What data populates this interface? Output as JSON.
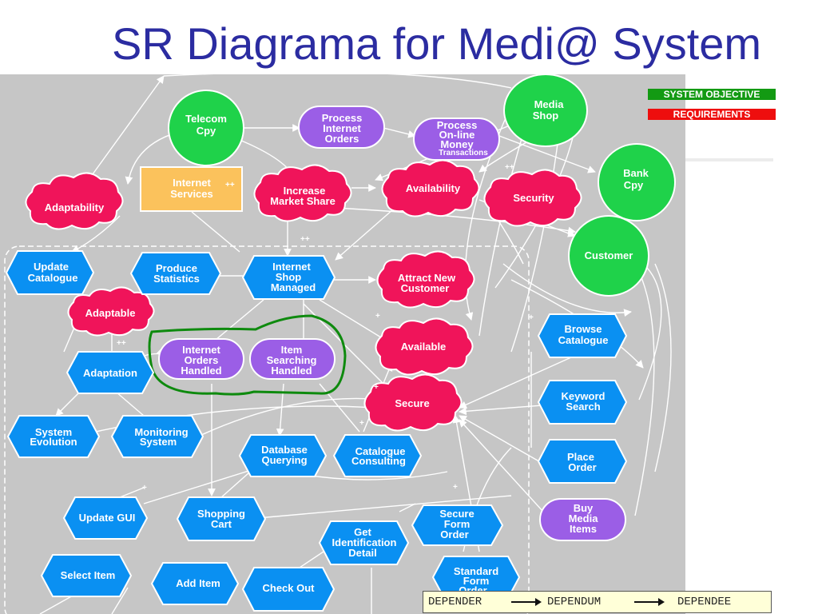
{
  "title": "SR Diagrama  for Medi@ System",
  "legend": {
    "objective": "SYSTEM OBJECTIVE",
    "requirements": "REQUIREMENTS"
  },
  "key": {
    "depender": "DEPENDER",
    "dependum": "DEPENDUM",
    "dependee": "DEPENDEE"
  },
  "colors": {
    "actor": "#1fd24a",
    "goal": "#9b5ee6",
    "softgoal": "#f0145a",
    "task": "#0a90f2",
    "resource": "#fbc25c",
    "panel": "#c6c6c6"
  },
  "nodes": {
    "telecom": [
      "Telecom",
      "Cpy"
    ],
    "media_shop": [
      "Media",
      "Shop"
    ],
    "bank": [
      "Bank",
      "Cpy"
    ],
    "customer": [
      "Customer"
    ],
    "process_orders": [
      "Process",
      "Internet",
      "Orders"
    ],
    "process_money": [
      "Process",
      "On-line",
      "Money",
      "Transactions"
    ],
    "internet_services": [
      "Internet",
      "Services"
    ],
    "adaptability": [
      "Adaptability"
    ],
    "increase_share": [
      "Increase",
      "Market Share"
    ],
    "availability": [
      "Availability"
    ],
    "security": [
      "Security"
    ],
    "attract": [
      "Attract New",
      "Customer"
    ],
    "adaptable": [
      "Adaptable"
    ],
    "available": [
      "Available"
    ],
    "secure": [
      "Secure"
    ],
    "update_catalogue": [
      "Update",
      "Catalogue"
    ],
    "produce_stats": [
      "Produce",
      "Statistics"
    ],
    "shop_managed": [
      "Internet",
      "Shop",
      "Managed"
    ],
    "orders_handled": [
      "Internet",
      "Orders",
      "Handled"
    ],
    "item_search": [
      "Item",
      "Searching",
      "Handled"
    ],
    "adaptation": [
      "Adaptation"
    ],
    "system_evolution": [
      "System",
      "Evolution"
    ],
    "monitoring": [
      "Monitoring",
      "System"
    ],
    "db_querying": [
      "Database",
      "Querying"
    ],
    "catalogue_consulting": [
      "Catalogue",
      "Consulting"
    ],
    "browse": [
      "Browse",
      "Catalogue"
    ],
    "keyword": [
      "Keyword",
      "Search"
    ],
    "place_order": [
      "Place",
      "Order"
    ],
    "buy_media": [
      "Buy",
      "Media",
      "Items"
    ],
    "update_gui": [
      "Update GUI"
    ],
    "shopping_cart": [
      "Shopping",
      "Cart"
    ],
    "get_identification": [
      "Get",
      "Identification",
      "Detail"
    ],
    "secure_form": [
      "Secure",
      "Form",
      "Order"
    ],
    "select_item": [
      "Select Item"
    ],
    "add_item": [
      "Add Item"
    ],
    "check_out": [
      "Check Out"
    ],
    "standard_form": [
      "Standard",
      "Form",
      "Order"
    ]
  },
  "contributions": [
    "++",
    "++",
    "++",
    "++",
    "+",
    "+",
    "+",
    "+",
    "+",
    "+"
  ]
}
